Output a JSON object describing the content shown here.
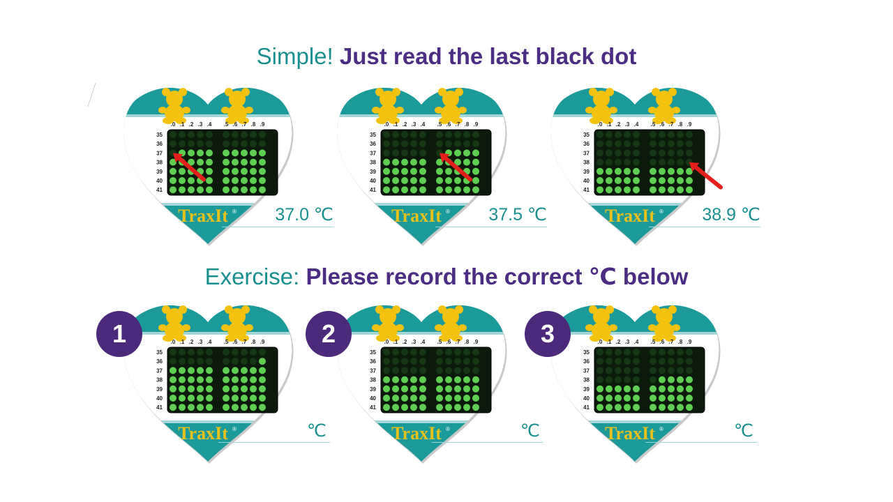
{
  "heading_top": {
    "lead": "Simple! ",
    "bold": "Just read the last black dot"
  },
  "heading_bottom": {
    "lead": "Exercise: ",
    "bold": "Please record the correct ℃ below"
  },
  "card": {
    "brand": "TraxIt",
    "registered": "®",
    "columns": [
      ".0",
      ".1",
      ".2",
      ".3",
      ".4",
      ".5",
      ".6",
      ".7",
      ".8",
      ".9"
    ],
    "rows": [
      "35",
      "36",
      "37",
      "38",
      "39",
      "40",
      "41"
    ]
  },
  "colors": {
    "teal": "#1c9a9a",
    "purple": "#4b2a7b",
    "dot_green": "#5fcf52",
    "dot_dark": "#163616",
    "bear": "#f3c20f",
    "arrow": "#e3201b",
    "brand_text": "#e8c21a"
  },
  "examples": [
    {
      "reading_celsius": 37.0,
      "answer": "37.0 ℃",
      "arrow": true
    },
    {
      "reading_celsius": 37.5,
      "answer": "37.5 ℃",
      "arrow": true
    },
    {
      "reading_celsius": 38.9,
      "answer": "38.9 ℃",
      "arrow": true
    }
  ],
  "exercises": [
    {
      "number": "1",
      "reading_celsius": 36.8,
      "answer": "℃",
      "arrow": false
    },
    {
      "number": "2",
      "reading_celsius": 37.9,
      "answer": "℃",
      "arrow": false
    },
    {
      "number": "3",
      "reading_celsius": 38.5,
      "answer": "℃",
      "arrow": false
    }
  ]
}
